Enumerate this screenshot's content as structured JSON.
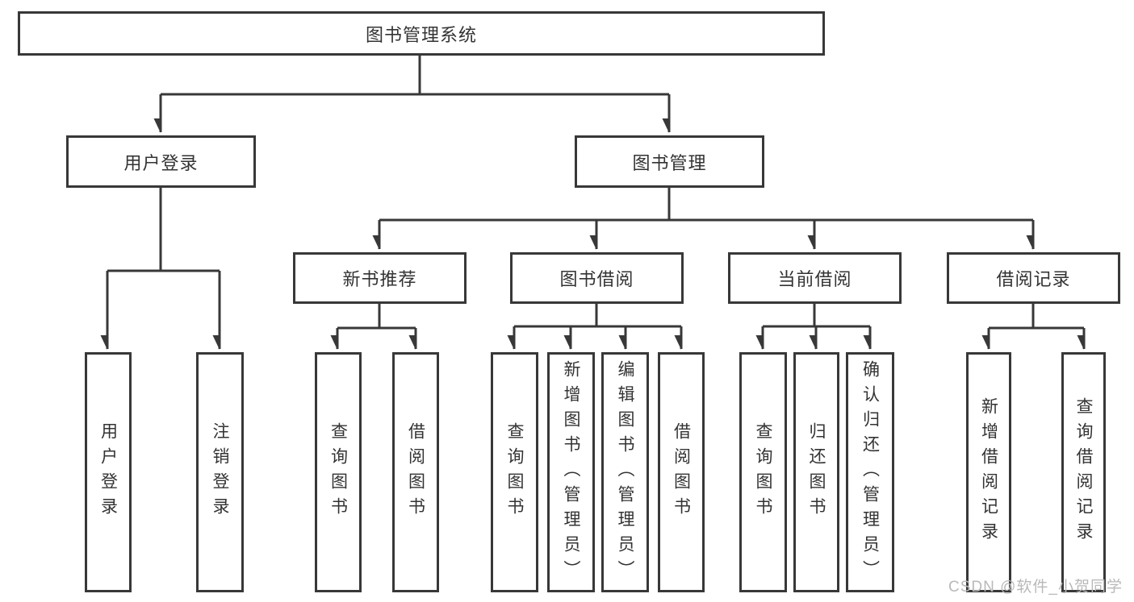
{
  "diagram": {
    "title": "图书管理系统",
    "nodes": {
      "root": "图书管理系统",
      "login": {
        "label": "用户登录",
        "children": [
          "用户登录",
          "注销登录"
        ]
      },
      "mgmt": {
        "label": "图书管理",
        "sections": [
          {
            "label": "新书推荐",
            "children": [
              "查询图书",
              "借阅图书"
            ]
          },
          {
            "label": "图书借阅",
            "children": [
              "查询图书",
              "新增图书（管理员）",
              "编辑图书（管理员）",
              "借阅图书"
            ]
          },
          {
            "label": "当前借阅",
            "children": [
              "查询图书",
              "归还图书",
              "确认归还（管理员）"
            ]
          },
          {
            "label": "借阅记录",
            "children": [
              "新增借阅记录",
              "查询借阅记录"
            ]
          }
        ]
      }
    }
  },
  "watermark": {
    "text": "CSDN @软件_小贺同学"
  },
  "colors": {
    "line": "#383838",
    "text": "#333333",
    "watermark": "#b9b9b9",
    "background": "#ffffff"
  }
}
